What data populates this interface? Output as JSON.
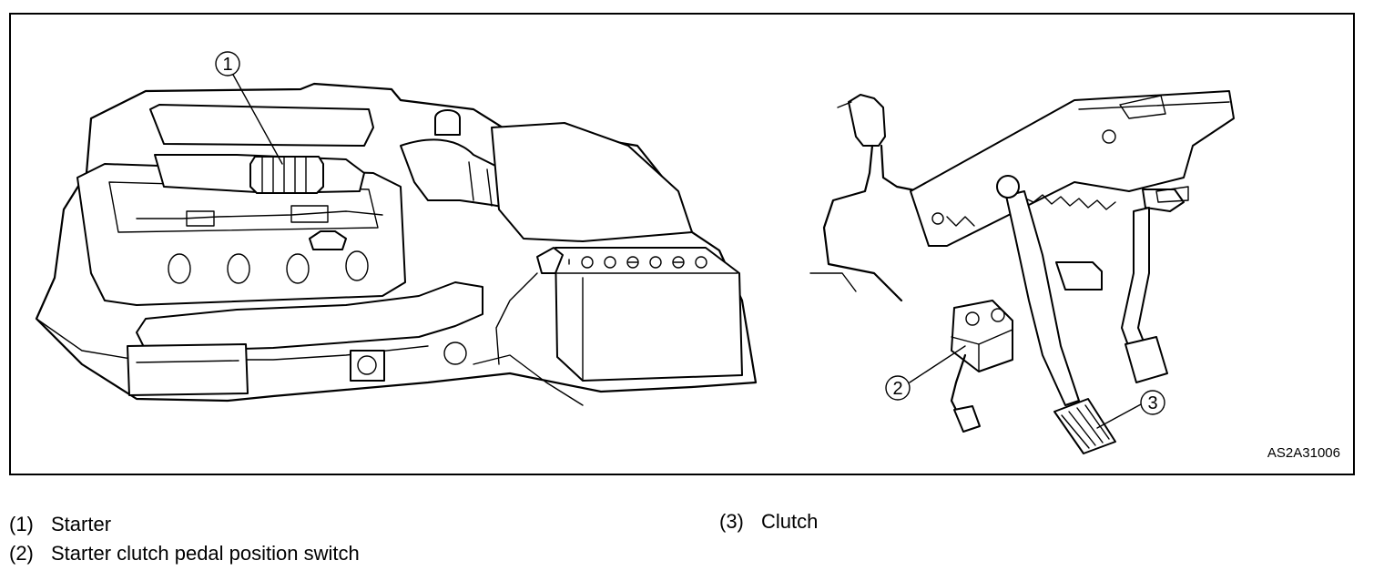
{
  "figure": {
    "code": "AS2A31006",
    "callouts": [
      "1",
      "2",
      "3"
    ]
  },
  "legend": [
    {
      "num": "(1)",
      "text": "Starter"
    },
    {
      "num": "(2)",
      "text": "Starter clutch pedal position switch"
    },
    {
      "num": "(3)",
      "text": "Clutch"
    }
  ]
}
